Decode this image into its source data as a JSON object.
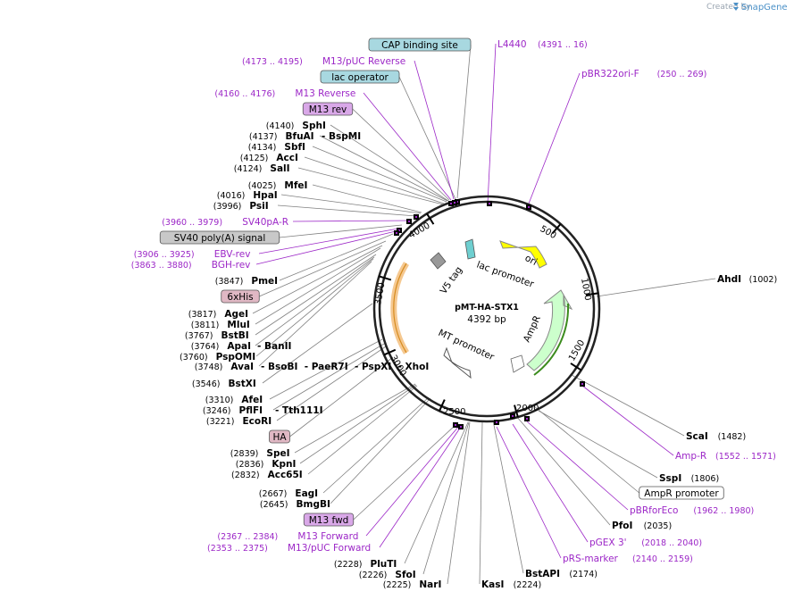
{
  "credit": {
    "text": "Created by",
    "brand": "SnapGene"
  },
  "plasmid": {
    "name": "pMT-HA-STX1",
    "size": "4392 bp"
  },
  "ticks": [
    "500",
    "1000",
    "1500",
    "2000",
    "2500",
    "3000",
    "3500",
    "4000"
  ],
  "features": {
    "ori": "ori",
    "lac_promoter": "lac promoter",
    "ampr": "AmpR",
    "mt_promoter": "MT promoter",
    "v5_tag": "V5 tag"
  },
  "labels": [
    {
      "id": "cap",
      "kind": "box",
      "text": "CAP binding site",
      "color": "#a8d8e0"
    },
    {
      "id": "m13puc_rev",
      "kind": "primer",
      "pos": "(4173 .. 4195)",
      "text": "M13/pUC Reverse"
    },
    {
      "id": "lacop",
      "kind": "box",
      "text": "lac operator",
      "color": "#a8d8e0"
    },
    {
      "id": "m13_rev_p",
      "kind": "primer",
      "pos": "(4160 .. 4176)",
      "text": "M13 Reverse"
    },
    {
      "id": "m13rev_box",
      "kind": "box",
      "text": "M13 rev",
      "color": "#d9a8e8"
    },
    {
      "id": "sphi",
      "kind": "enzyme",
      "pos": "(4140)",
      "text": "SphI"
    },
    {
      "id": "bfuai",
      "kind": "enzyme",
      "pos": "(4137)",
      "text": "BfuAI",
      "extra": "- BspMI"
    },
    {
      "id": "sbfi",
      "kind": "enzyme",
      "pos": "(4134)",
      "text": "SbfI"
    },
    {
      "id": "acci",
      "kind": "enzyme",
      "pos": "(4125)",
      "text": "AccI"
    },
    {
      "id": "sali",
      "kind": "enzyme",
      "pos": "(4124)",
      "text": "SalI"
    },
    {
      "id": "mfei",
      "kind": "enzyme",
      "pos": "(4025)",
      "text": "MfeI"
    },
    {
      "id": "hpai",
      "kind": "enzyme",
      "pos": "(4016)",
      "text": "HpaI"
    },
    {
      "id": "psii",
      "kind": "enzyme",
      "pos": "(3996)",
      "text": "PsiI"
    },
    {
      "id": "sv40par",
      "kind": "primer",
      "pos": "(3960 .. 3979)",
      "text": "SV40pA-R"
    },
    {
      "id": "sv40polya",
      "kind": "box",
      "text": "SV40 poly(A) signal",
      "color": "#c8c8c8"
    },
    {
      "id": "ebvrev",
      "kind": "primer",
      "pos": "(3906 .. 3925)",
      "text": "EBV-rev"
    },
    {
      "id": "bghrev",
      "kind": "primer",
      "pos": "(3863 .. 3880)",
      "text": "BGH-rev"
    },
    {
      "id": "pmei",
      "kind": "enzyme",
      "pos": "(3847)",
      "text": "PmeI"
    },
    {
      "id": "hisbox",
      "kind": "box",
      "text": "6xHis",
      "color": "#e0b8c4"
    },
    {
      "id": "agei",
      "kind": "enzyme",
      "pos": "(3817)",
      "text": "AgeI"
    },
    {
      "id": "mlui",
      "kind": "enzyme",
      "pos": "(3811)",
      "text": "MluI"
    },
    {
      "id": "bstbi",
      "kind": "enzyme",
      "pos": "(3767)",
      "text": "BstBI"
    },
    {
      "id": "apai",
      "kind": "enzyme",
      "pos": "(3764)",
      "text": "ApaI",
      "extra": "- BanII"
    },
    {
      "id": "psp",
      "kind": "enzyme",
      "pos": "(3760)",
      "text": "PspOMI"
    },
    {
      "id": "avai",
      "kind": "enzyme",
      "pos": "(3748)",
      "text": "AvaI",
      "extra": "- BsoBI  - PaeR7I  - PspXI  - XhoI"
    },
    {
      "id": "bstxi",
      "kind": "enzyme",
      "pos": "(3546)",
      "text": "BstXI"
    },
    {
      "id": "afei",
      "kind": "enzyme",
      "pos": "(3310)",
      "text": "AfeI"
    },
    {
      "id": "pflfi",
      "kind": "enzyme",
      "pos": "(3246)",
      "text": "PflFI",
      "extra": "- Tth111I"
    },
    {
      "id": "ecori",
      "kind": "enzyme",
      "pos": "(3221)",
      "text": "EcoRI"
    },
    {
      "id": "habox",
      "kind": "box",
      "text": "HA",
      "color": "#e0b8c4"
    },
    {
      "id": "spei",
      "kind": "enzyme",
      "pos": "(2839)",
      "text": "SpeI"
    },
    {
      "id": "kpni",
      "kind": "enzyme",
      "pos": "(2836)",
      "text": "KpnI"
    },
    {
      "id": "acc65i",
      "kind": "enzyme",
      "pos": "(2832)",
      "text": "Acc65I"
    },
    {
      "id": "eagi",
      "kind": "enzyme",
      "pos": "(2667)",
      "text": "EagI"
    },
    {
      "id": "bmgbi",
      "kind": "enzyme",
      "pos": "(2645)",
      "text": "BmgBI"
    },
    {
      "id": "m13fwd_box",
      "kind": "box",
      "text": "M13 fwd",
      "color": "#d9a8e8"
    },
    {
      "id": "m13fwd_p",
      "kind": "primer",
      "pos": "(2367 .. 2384)",
      "text": "M13 Forward"
    },
    {
      "id": "m13puc_fwd",
      "kind": "primer",
      "pos": "(2353 .. 2375)",
      "text": "M13/pUC Forward"
    },
    {
      "id": "pluti",
      "kind": "enzyme",
      "pos": "(2228)",
      "text": "PluTI"
    },
    {
      "id": "sfoi",
      "kind": "enzyme",
      "pos": "(2226)",
      "text": "SfoI"
    },
    {
      "id": "nari",
      "kind": "enzyme",
      "pos": "(2225)",
      "text": "NarI"
    },
    {
      "id": "kasi",
      "kind": "enzyme",
      "pos": "(2224)",
      "text": "KasI"
    },
    {
      "id": "bstapi",
      "kind": "enzyme",
      "pos": "(2174)",
      "text": "BstAPI"
    },
    {
      "id": "prsmarker",
      "kind": "primer",
      "pos": "(2140 .. 2159)",
      "text": "pRS-marker"
    },
    {
      "id": "pgex3",
      "kind": "primer",
      "pos": "(2018 .. 2040)",
      "text": "pGEX 3'"
    },
    {
      "id": "pfoi",
      "kind": "enzyme",
      "pos": "(2035)",
      "text": "PfoI"
    },
    {
      "id": "pbrforeco",
      "kind": "primer",
      "pos": "(1962 .. 1980)",
      "text": "pBRforEco"
    },
    {
      "id": "amprprom",
      "kind": "box",
      "text": "AmpR promoter",
      "color": "#ffffff"
    },
    {
      "id": "sspi",
      "kind": "enzyme",
      "pos": "(1806)",
      "text": "SspI"
    },
    {
      "id": "ampr_p",
      "kind": "primer",
      "pos": "(1552 .. 1571)",
      "text": "Amp-R"
    },
    {
      "id": "scai",
      "kind": "enzyme",
      "pos": "(1482)",
      "text": "ScaI"
    },
    {
      "id": "ahdi",
      "kind": "enzyme",
      "pos": "(1002)",
      "text": "AhdI"
    },
    {
      "id": "pbr322",
      "kind": "primer",
      "pos": "(250 .. 269)",
      "text": "pBR322ori-F"
    },
    {
      "id": "l4440",
      "kind": "primer",
      "pos": "(4391 .. 16)",
      "text": "L4440"
    }
  ],
  "colors": {
    "primer": "#9c27c7",
    "ori": "#ffff00",
    "ampr": "#ccffcc",
    "mt_promoter": "#ffffff",
    "orange_feature": "#fad9a8"
  }
}
